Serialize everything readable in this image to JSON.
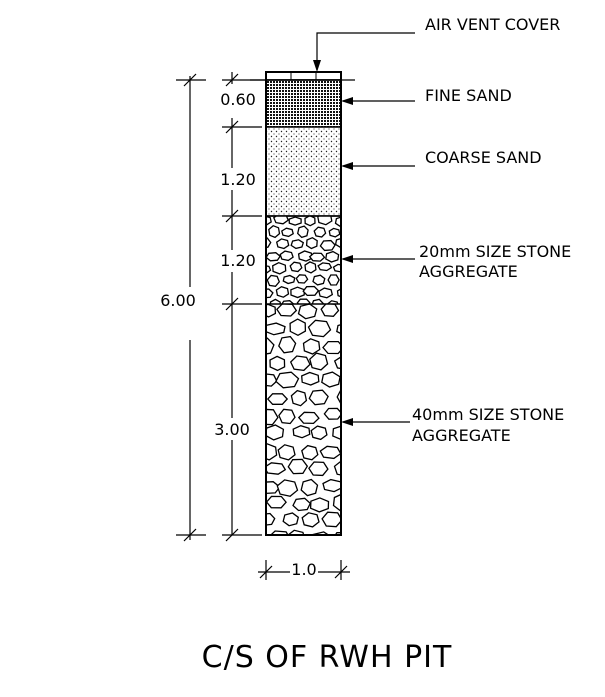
{
  "title": "C/S OF RWH PIT",
  "labels": {
    "air_vent": "AIR VENT COVER",
    "fine_sand": "FINE SAND",
    "coarse_sand": "COARSE SAND",
    "stone20_line1": "20mm SIZE STONE",
    "stone20_line2": "AGGREGATE",
    "stone40_line1": "40mm SIZE STONE",
    "stone40_line2": "AGGREGATE"
  },
  "dimensions": {
    "fine_sand": "0.60",
    "coarse_sand": "1.20",
    "stone20": "1.20",
    "stone40": "3.00",
    "total_depth": "6.00",
    "width": "1.0"
  }
}
